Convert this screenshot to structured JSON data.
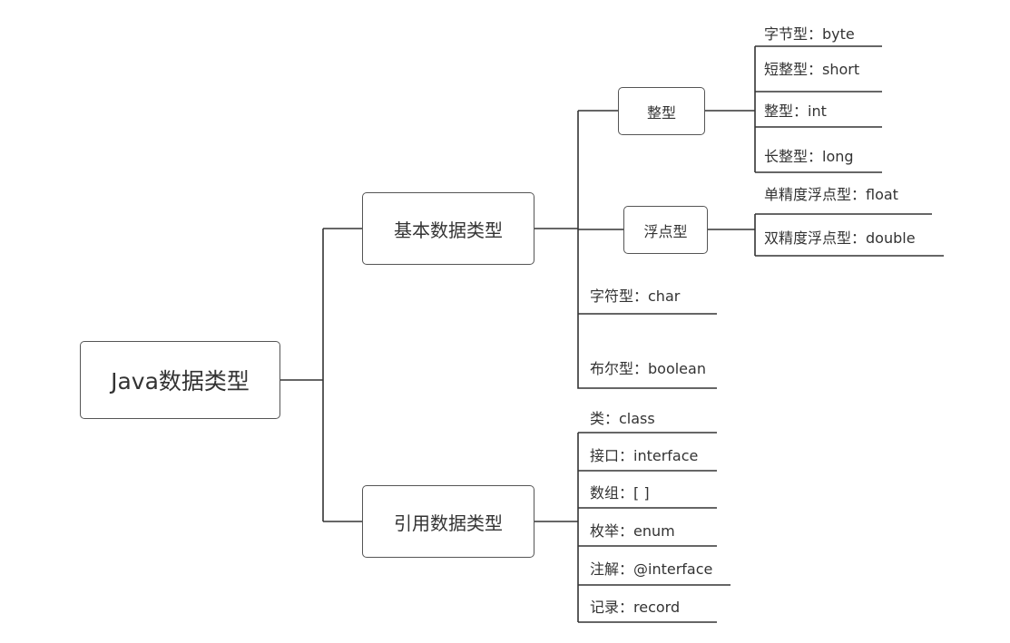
{
  "root": {
    "label": "Java数据类型"
  },
  "primitive": {
    "label": "基本数据类型",
    "integer": {
      "label": "整型",
      "items": [
        "字节型：byte",
        "短整型：short",
        "整型：int",
        "长整型：long"
      ]
    },
    "float": {
      "label": "浮点型",
      "items": [
        "单精度浮点型：float",
        "双精度浮点型：double"
      ]
    },
    "others": [
      "字符型：char",
      "布尔型：boolean"
    ]
  },
  "reference": {
    "label": "引用数据类型",
    "items": [
      "类：class",
      "接口：interface",
      "数组：[ ]",
      "枚举：enum",
      "注解：@interface",
      "记录：record"
    ]
  }
}
